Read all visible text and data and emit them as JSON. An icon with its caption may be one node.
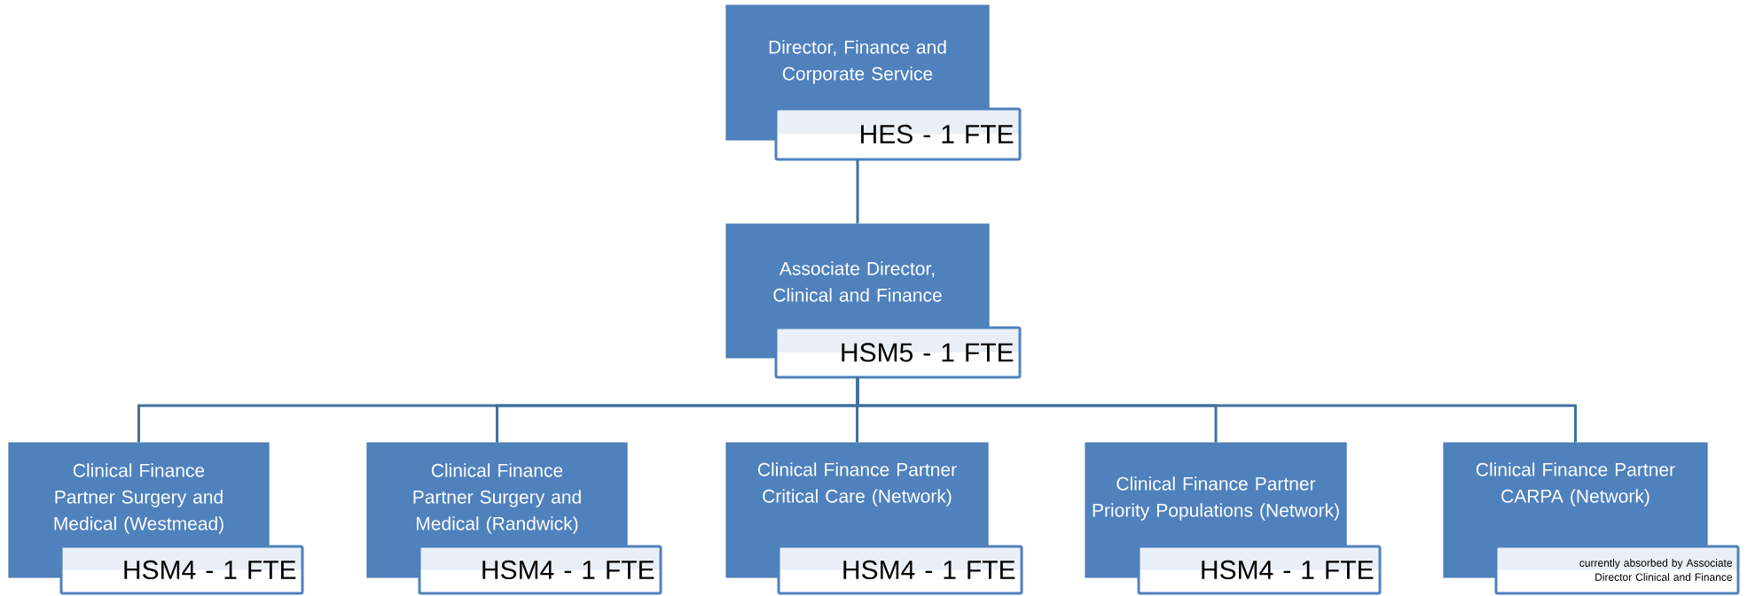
{
  "diagram": {
    "nodes": [
      {
        "text": [
          "Director, Finance and Corporate Service",
          "HES - 1 FTE"
        ]
      },
      {
        "text": [
          "Associate Director, Clinical and Finance",
          "HSM5 - 1 FTE"
        ]
      },
      {
        "text": [
          "Clinical Finance Partner Surgery and Medical (Westmead)",
          "HSM4 - 1 FTE"
        ]
      },
      {
        "text": [
          "Clinical Finance Partner Surgery and Medical (Randwick)",
          "HSM4 - 1 FTE"
        ]
      },
      {
        "text": [
          "Clinical Finance Partner Critical Care (Network)",
          "HSM4 - 1 FTE"
        ]
      },
      {
        "text": [
          "Clinical Finance Partner Priority Populations (Network)",
          "HSM4 - 1 FTE"
        ]
      },
      {
        "text": [
          "Clinical Finance Partner CARPA (Network)",
          "currently absorbed by Associate Director Clinical and Finance"
        ]
      }
    ],
    "edges": [
      {
        "from": 0,
        "to": 1,
        "arrow": "none"
      },
      {
        "from": 1,
        "to": 2,
        "arrow": "none"
      },
      {
        "from": 1,
        "to": 3,
        "arrow": "none"
      },
      {
        "from": 1,
        "to": 4,
        "arrow": "none"
      },
      {
        "from": 1,
        "to": 5,
        "arrow": "none"
      },
      {
        "from": 1,
        "to": 6,
        "arrow": "none"
      }
    ]
  }
}
